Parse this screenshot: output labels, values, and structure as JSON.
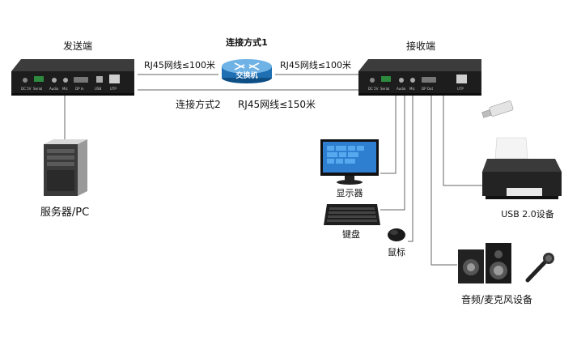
{
  "sender": {
    "title": "发送端",
    "ports": [
      "DC 5V",
      "Serial",
      "Audio",
      "Mic",
      "DP In",
      "USB",
      "UTP"
    ]
  },
  "receiver": {
    "title": "接收端",
    "ports": [
      "DC 5V",
      "Serial",
      "Audio",
      "Mic",
      "DP Out",
      "UTP"
    ]
  },
  "switch": {
    "caption": "连接方式1",
    "label": "交换机"
  },
  "links": {
    "left_cable": "RJ45网线≤100米",
    "right_cable": "RJ45网线≤100米",
    "direct_caption": "连接方式2",
    "direct_cable": "RJ45网线≤150米"
  },
  "devices": {
    "server": "服务器/PC",
    "monitor": "显示器",
    "keyboard": "键盘",
    "mouse": "鼠标",
    "usb": "USB 2.0设备",
    "audio": "音频/麦克风设备"
  },
  "colors": {
    "box_top": "#3c3c3c",
    "box_face": "#1d1d1d",
    "line": "#666666",
    "switch_blue": "#1f6fb2",
    "monitor_screen": "#2f7fd0"
  }
}
